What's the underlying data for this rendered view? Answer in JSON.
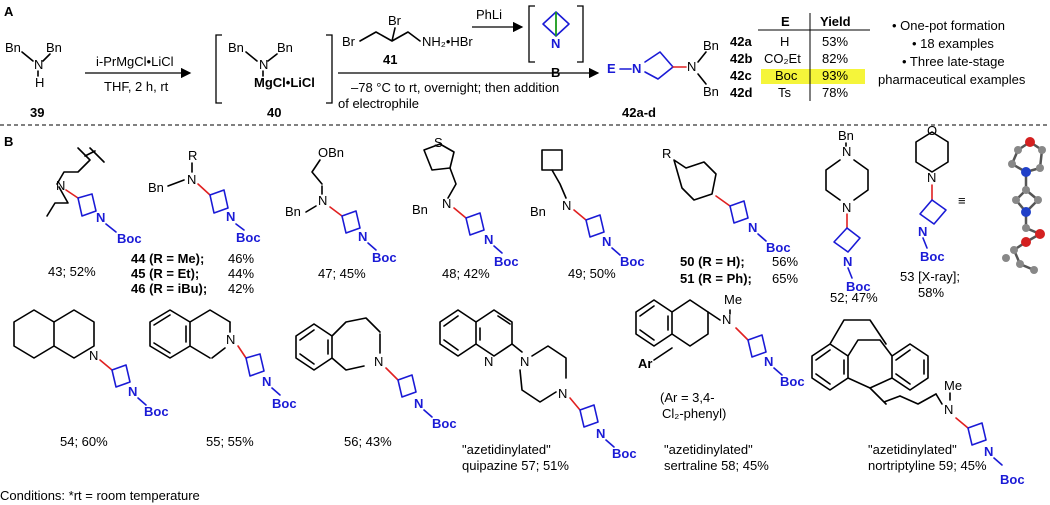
{
  "section_a": {
    "label": "A",
    "reagent_39": {
      "top": "Bn",
      "right": "Bn",
      "n": "N",
      "h": "H",
      "number": "39"
    },
    "arrow1": {
      "above": "i-PrMgCl•LiCl",
      "below": "THF, 2 h, rt"
    },
    "intermediate_40": {
      "top": "Bn",
      "right": "Bn",
      "n": "N",
      "mg": "MgCl•LiCl",
      "number": "40"
    },
    "reagent_41": {
      "br1": "Br",
      "br2": "Br",
      "amine": "NH₂•HBr",
      "number": "41"
    },
    "arrow_phli": {
      "label": "PhLi"
    },
    "intermediate_B": {
      "n": "N",
      "label": "B"
    },
    "arrow2_below": [
      "–78 °C to rt, overnight; then addition",
      "of electrophile"
    ],
    "product": {
      "e": "E",
      "n1": "N",
      "n2": "N",
      "bn1": "Bn",
      "bn2": "Bn",
      "number": "42a-d"
    },
    "table": {
      "headers": [
        "E",
        "Yield"
      ],
      "rows": [
        {
          "id": "42a",
          "e": "H",
          "yield": "53%"
        },
        {
          "id": "42b",
          "e": "CO₂Et",
          "yield": "82%"
        },
        {
          "id": "42c",
          "e": "Boc",
          "yield": "93%"
        },
        {
          "id": "42d",
          "e": "Ts",
          "yield": "78%"
        }
      ],
      "highlight_color": "#f5f53a"
    },
    "bullets": [
      "• One-pot formation",
      "• 18 examples",
      "• Three late-stage",
      "pharmaceutical examples"
    ]
  },
  "section_b": {
    "label": "B",
    "common": {
      "n": "N",
      "boc": "Boc",
      "bn": "Bn",
      "r": "R",
      "ar": "Ar",
      "me": "Me",
      "obn": "OBn",
      "s": "S",
      "o": "O"
    },
    "captions": {
      "c43": "43; 52%",
      "c44": "44 (R = Me);",
      "y44": "46%",
      "c45": "45 (R = Et);",
      "y45": "44%",
      "c46": "46 (R = iBu);",
      "y46": "42%",
      "c47": "47; 45%",
      "c48": "48; 42%",
      "c49": "49; 50%",
      "c50": "50 (R = H);",
      "y50": "56%",
      "c51": "51 (R = Ph);",
      "y51": "65%",
      "c52": "52; 47%",
      "c53a": "53 [X-ray];",
      "c53b": "58%",
      "c54": "54; 60%",
      "c55": "55; 55%",
      "c56": "56; 43%",
      "c57a": "\"azetidinylated\"",
      "c57b": "quipazine 57; 51%",
      "c58note1": "(Ar = 3,4-",
      "c58note2": "Cl₂-phenyl)",
      "c58a": "\"azetidinylated\"",
      "c58b": "sertraline 58; 45%",
      "c59a": "\"azetidinylated\"",
      "c59b": "nortriptyline 59; 45%",
      "identity": "≡"
    }
  },
  "footer": "Conditions: *rt = room temperature",
  "colors": {
    "azetidine": "#1a1ad6",
    "new_bond": "#e02020",
    "dash": "#000000"
  }
}
